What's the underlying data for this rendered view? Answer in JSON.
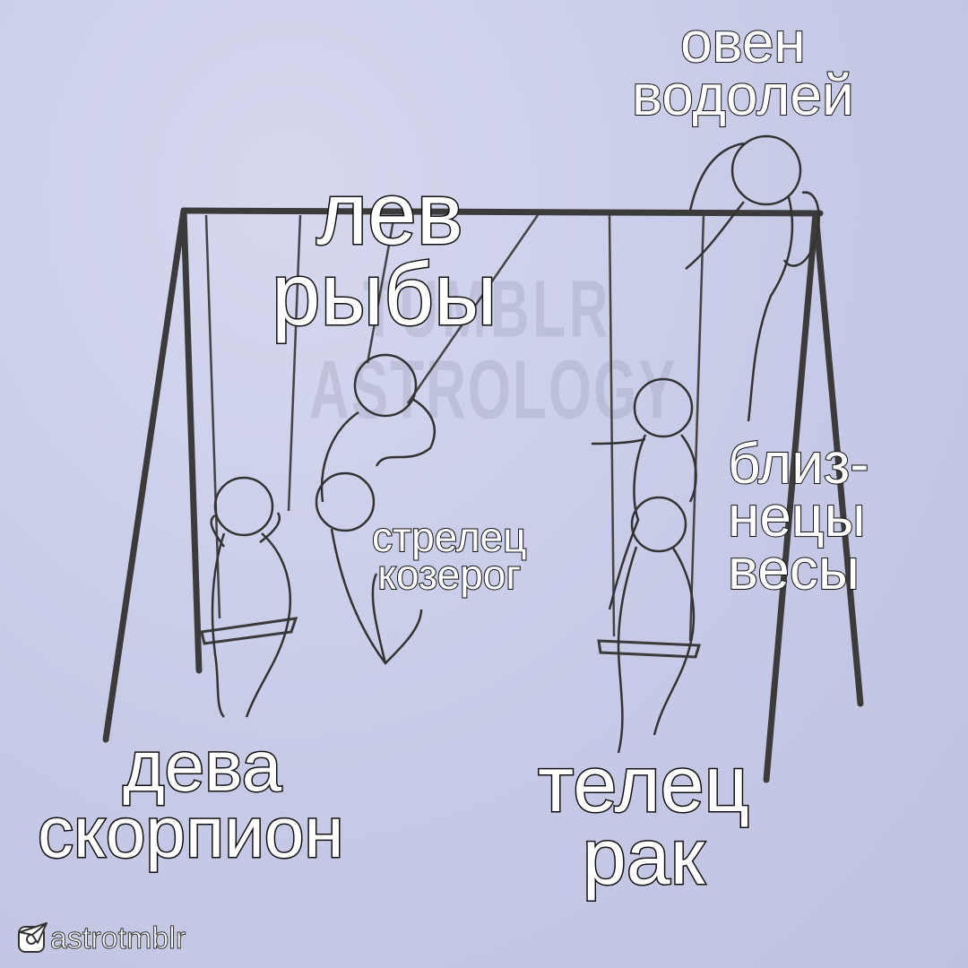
{
  "labels": {
    "aries_aquarius": [
      "овен",
      "водолей"
    ],
    "leo_pisces": [
      "лев",
      "рыбы"
    ],
    "gemini_libra": [
      "близ-",
      "нецы",
      "весы"
    ],
    "sagittarius_capricorn": [
      "стрелец",
      "козерог"
    ],
    "virgo_scorpio": [
      "дева",
      "скорпион"
    ],
    "taurus_cancer": [
      "телец",
      "рак"
    ]
  },
  "watermark": [
    "TUMBLR",
    "ASTROLOGY"
  ],
  "handle": "astrotmblr",
  "colors": {
    "background": "#c9cde8",
    "ink": "#3a3a3a",
    "label_fill": "#ffffff",
    "label_stroke": "#111111"
  },
  "icons": [
    "instagram-icon",
    "paper-plane-icon"
  ]
}
